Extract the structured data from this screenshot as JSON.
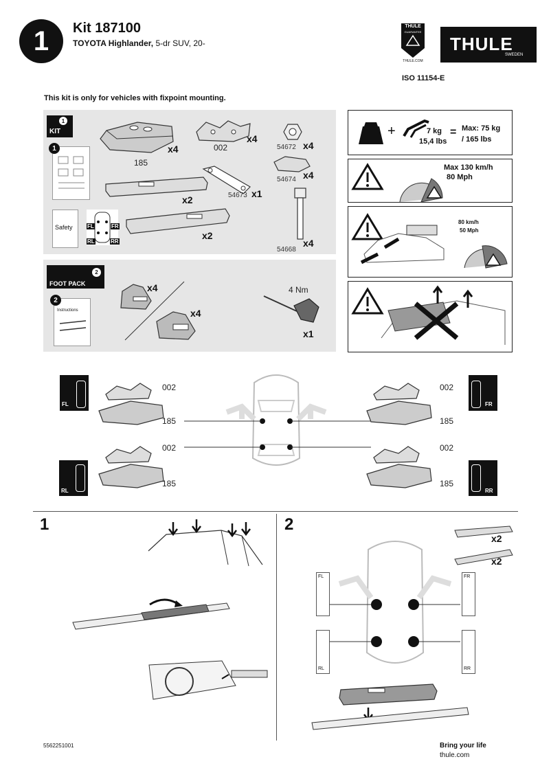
{
  "header": {
    "step_number": "1",
    "kit_title": "Kit 187100",
    "vehicle_model": "TOYOTA Highlander,",
    "vehicle_spec": "5-dr SUV, 20-",
    "brand_logo_text": "THULE",
    "brand_logo_sub": "SWEDEN",
    "guarantee_badge_text": "THULE",
    "guarantee_badge_sub": "GUARANTEE",
    "guarantee_url": "THULE.COM",
    "iso_standard": "ISO 11154-E"
  },
  "notice": "This kit is only for vehicles with fixpoint mounting.",
  "kit_panel": {
    "label": "KIT",
    "badge": "1",
    "manual_step": "1",
    "safety_label": "Safety",
    "parts": [
      {
        "id": "185",
        "qty": "x4"
      },
      {
        "id": "002",
        "qty": "x4"
      },
      {
        "id": "54672",
        "qty": "x4"
      },
      {
        "id": "54674",
        "qty": "x4"
      },
      {
        "id": "54673",
        "qty": "x1"
      },
      {
        "id": "54668",
        "qty": "x4"
      }
    ],
    "pad_qty_1": "x2",
    "pad_qty_2": "x2",
    "position_tags": [
      "FL",
      "FR",
      "RL",
      "RR"
    ]
  },
  "foot_pack": {
    "label": "FOOT PACK",
    "badge": "2",
    "manual_step": "2",
    "instructions_label": "Instructions",
    "foot_qty_1": "x4",
    "foot_qty_2": "x4",
    "tool_torque": "4 Nm",
    "tool_qty": "x1"
  },
  "warnings": {
    "load_weight": "7 kg",
    "load_weight_lbs": "15,4 lbs",
    "load_equals": "=",
    "load_plus": "+",
    "max_load": "Max: 75 kg",
    "max_load_lbs": "/ 165 lbs",
    "max_speed": "Max  130 km/h",
    "max_speed_mph": "80 Mph",
    "loaded_speed": "80 km/h",
    "loaded_speed_mph": "50 Mph"
  },
  "position_diagram": {
    "fl_tag": "FL",
    "fr_tag": "FR",
    "rl_tag": "RL",
    "rr_tag": "RR",
    "fl_upper": "002",
    "fl_lower": "185",
    "rl_upper": "002",
    "rl_lower": "185",
    "fr_upper": "002",
    "fr_lower": "185",
    "rr_upper": "002",
    "rr_lower": "185"
  },
  "steps": {
    "step1_number": "1",
    "step2_number": "2",
    "step2_pad_qty_1": "x2",
    "step2_pad_qty_2": "x2",
    "step2_tags": {
      "fl": "FL",
      "fr": "FR",
      "rl": "RL",
      "rr": "RR"
    }
  },
  "footer": {
    "doc_number": "5562251001",
    "slogan": "Bring your life",
    "website": "thule.com"
  }
}
